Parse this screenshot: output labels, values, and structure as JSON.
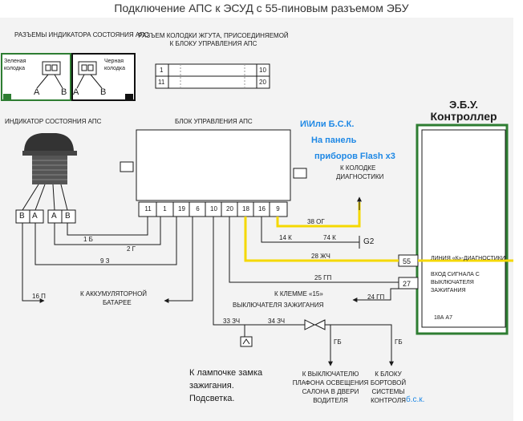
{
  "title": "Подключение АПС к ЭСУД с 55-пиновым разъемом ЭБУ",
  "indicator_connectors": {
    "heading": "РАЗЪЕМЫ ИНДИКАТОРА СОСТОЯНИЯ АПС",
    "green": "Зеленая колодка",
    "black": "Черная колодка",
    "pin_a": "A",
    "pin_b": "B"
  },
  "harness_connector": {
    "heading": "РАЗЪЕМ КОЛОДКИ ЖГУТА, ПРИСОЕДИНЯЕМОЙ К БЛОКУ УПРАВЛЕНИЯ АПС",
    "pin_1": "1",
    "pin_10": "10",
    "pin_11": "11",
    "pin_20": "20"
  },
  "indicator": {
    "label": "ИНДИКАТОР СОСТОЯНИЯ АПС",
    "pins": [
      "B",
      "A",
      "A",
      "B"
    ]
  },
  "control_block": {
    "label": "БЛОК УПРАВЛЕНИЯ АПС",
    "pins": [
      "11",
      "1",
      "19",
      "6",
      "10",
      "20",
      "18",
      "16",
      "9"
    ]
  },
  "ecu": {
    "title_line1": "Э.Б.У.",
    "title_line2": "Контроллер",
    "pin_55": "55",
    "pin_27": "27",
    "pin_55_label": "ЛИНИЯ «К»-ДИАГНОСТИКИ",
    "pin_27_label_1": "ВХОД СИГНАЛА С",
    "pin_27_label_2": "ВЫКЛЮЧАТЕЛЯ",
    "pin_27_label_3": "ЗАЖИГАНИЯ",
    "connector_code": "18А А7"
  },
  "wires": {
    "w_1b": "1 Б",
    "w_2g": "2 Г",
    "w_93": "9 З",
    "w_16p": "16 П",
    "w_38og": "38 ОГ",
    "w_14k": "14 К",
    "w_74k": "74 К",
    "w_28zh": "28 ЖЧ",
    "w_25gp": "25 ГП",
    "w_24gp": "24 ГП",
    "w_33zch": "33 ЗЧ",
    "w_34zch": "34 ЗЧ",
    "w_gb1": "ГБ",
    "w_gb2": "ГБ",
    "ground": "G2"
  },
  "targets": {
    "diag_1": "К КОЛОДКЕ",
    "diag_2": "ДИАГНОСТИКИ",
    "battery_1": "К АККУМУЛЯТОРНОЙ",
    "battery_2": "БАТАРЕЕ",
    "ign_1": "К КЛЕММЕ «15»",
    "ign_2": "ВЫКЛЮЧАТЕЛЯ ЗАЖИГАНИЯ",
    "lamp_1": "К ВЫКЛЮЧАТЕЛЮ",
    "lamp_2": "ПЛАФОНА ОСВЕЩЕНИЯ",
    "lamp_3": "САЛОНА В ДВЕРИ",
    "lamp_4": "ВОДИТЕЛЯ",
    "bsk_1": "К БЛОКУ",
    "bsk_2": "БОРТОВОЙ",
    "bsk_3": "СИСТЕМЫ",
    "bsk_4": "КОНТРОЛЯ"
  },
  "notes": {
    "blue_1": "И\\Или Б.С.К.",
    "blue_2": "На панель",
    "blue_3": "приборов Flash x3",
    "blue_bsk": "б.с.к.",
    "lamp_note_1": "К лампочке замка",
    "lamp_note_2": "зажигания.",
    "lamp_note_3": "Подсветка."
  },
  "colors": {
    "highlight_wire": "#f5d800",
    "ecu_box": "#2e7d32",
    "note_blue": "#1e88e5",
    "green_connector": "#2e7d32",
    "black_connector": "#111111"
  }
}
